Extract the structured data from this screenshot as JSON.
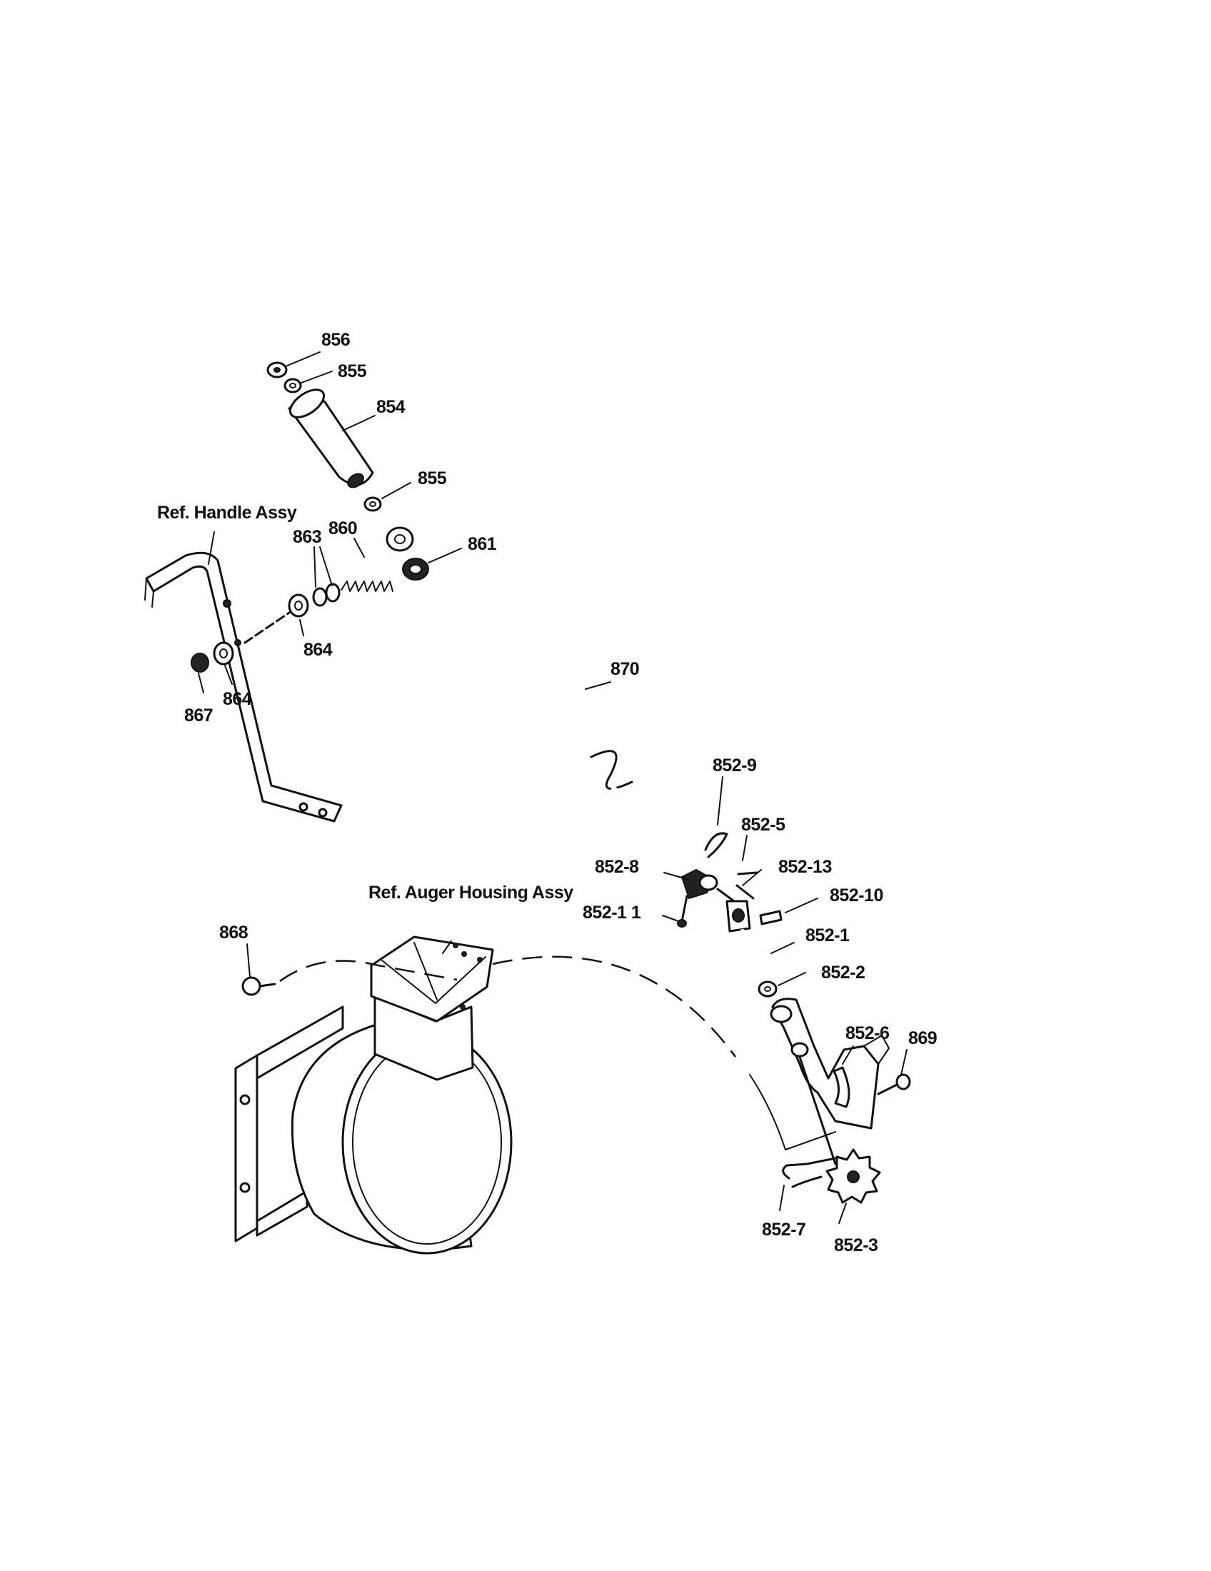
{
  "callouts": {
    "p856": "856",
    "p855_top": "855",
    "p854": "854",
    "p855_mid": "855",
    "p861": "861",
    "p860": "860",
    "p863": "863",
    "p864_right": "864",
    "p864_left": "864",
    "p867": "867",
    "p870": "870",
    "p852_9": "852-9",
    "p852_5": "852-5",
    "p852_8": "852-8",
    "p852_13": "852-13",
    "p852_10": "852-10",
    "p852_11": "852-1 1",
    "p852_1": "852-1",
    "p852_2": "852-2",
    "p852_6": "852-6",
    "p869": "869",
    "p868": "868",
    "p852_7": "852-7",
    "p852_3": "852-3"
  },
  "references": {
    "handle_assy": "Ref. Handle Assy",
    "auger_housing_assy": "Ref. Auger Housing Assy"
  }
}
